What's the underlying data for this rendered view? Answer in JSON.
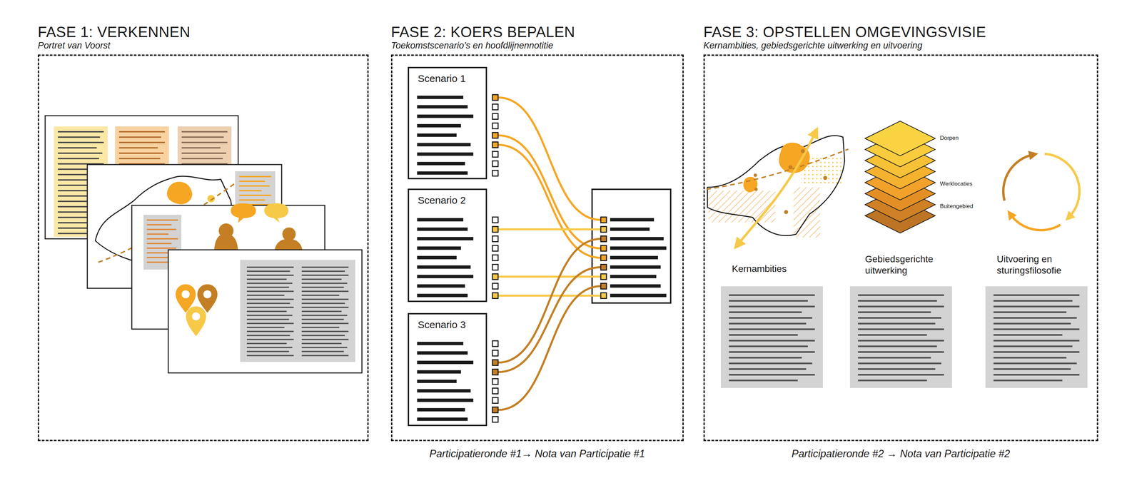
{
  "diagram": {
    "nodes": [
      {
        "text": [
          "FASE 1: VERKENNEN",
          "Portret van Voorst"
        ]
      },
      {
        "text": [
          "FASE 2: KOERS BEPALEN",
          "Toekomstscenario’s en hoofdlijnennotitie"
        ]
      },
      {
        "text": [
          "Scenario 1"
        ],
        "in": 1
      },
      {
        "text": [
          "Scenario 2"
        ],
        "in": 1
      },
      {
        "text": [
          "Scenario 3"
        ],
        "in": 1
      },
      {
        "text": [
          "FASE 3: OPSTELLEN OMGEVINGSVISIE",
          "Kernambities, gebiedsgerichte uitwerking en uitvoering"
        ]
      }
    ],
    "labels": [
      "Dorpen",
      "Werklocaties",
      "Buitengebied",
      "Kernambities",
      "Gebiedsgerichte uitwerking",
      "Uitvoering en sturingsfilosofie",
      "Participatieronde #1→ Nota van Participatie #1",
      "Participatieronde #2 → Nota van Participatie #2"
    ]
  }
}
